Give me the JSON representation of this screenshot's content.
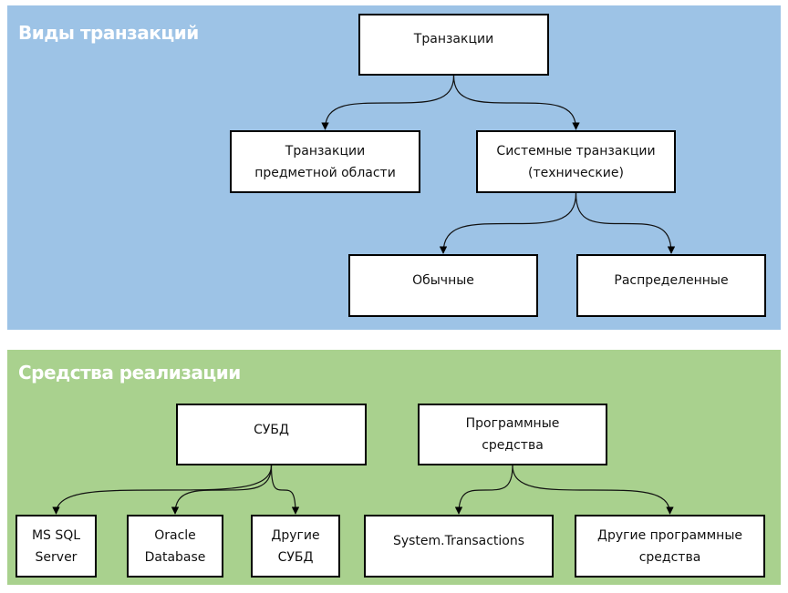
{
  "colors": {
    "top_panel": "#9dc3e6",
    "bottom_panel": "#a9d18e",
    "node_fill": "#ffffff",
    "node_border": "#000000",
    "title_text": "#ffffff"
  },
  "panels": [
    {
      "id": "types",
      "title": "Виды транзакций",
      "nodes": [
        {
          "id": "transactions",
          "label": "Транзакции"
        },
        {
          "id": "domain",
          "label": "Транзакции\nпредметной области"
        },
        {
          "id": "system",
          "label": "Системные транзакции\n(технические)"
        },
        {
          "id": "regular",
          "label": "Обычные"
        },
        {
          "id": "distributed",
          "label": "Распределенные"
        }
      ],
      "edges": [
        {
          "from": "transactions",
          "to": "domain"
        },
        {
          "from": "transactions",
          "to": "system"
        },
        {
          "from": "system",
          "to": "regular"
        },
        {
          "from": "system",
          "to": "distributed"
        }
      ]
    },
    {
      "id": "tools",
      "title": "Средства реализации",
      "nodes": [
        {
          "id": "dbms",
          "label": "СУБД"
        },
        {
          "id": "software",
          "label": "Программные\nсредства"
        },
        {
          "id": "mssql",
          "label": "MS SQL\nServer"
        },
        {
          "id": "oracle",
          "label": "Oracle\nDatabase"
        },
        {
          "id": "other_dbms",
          "label": "Другие\nСУБД"
        },
        {
          "id": "systx",
          "label": "System.Transactions"
        },
        {
          "id": "other_sw",
          "label": "Другие программные\nсредства"
        }
      ],
      "edges": [
        {
          "from": "dbms",
          "to": "mssql"
        },
        {
          "from": "dbms",
          "to": "oracle"
        },
        {
          "from": "dbms",
          "to": "other_dbms"
        },
        {
          "from": "software",
          "to": "systx"
        },
        {
          "from": "software",
          "to": "other_sw"
        }
      ]
    }
  ]
}
